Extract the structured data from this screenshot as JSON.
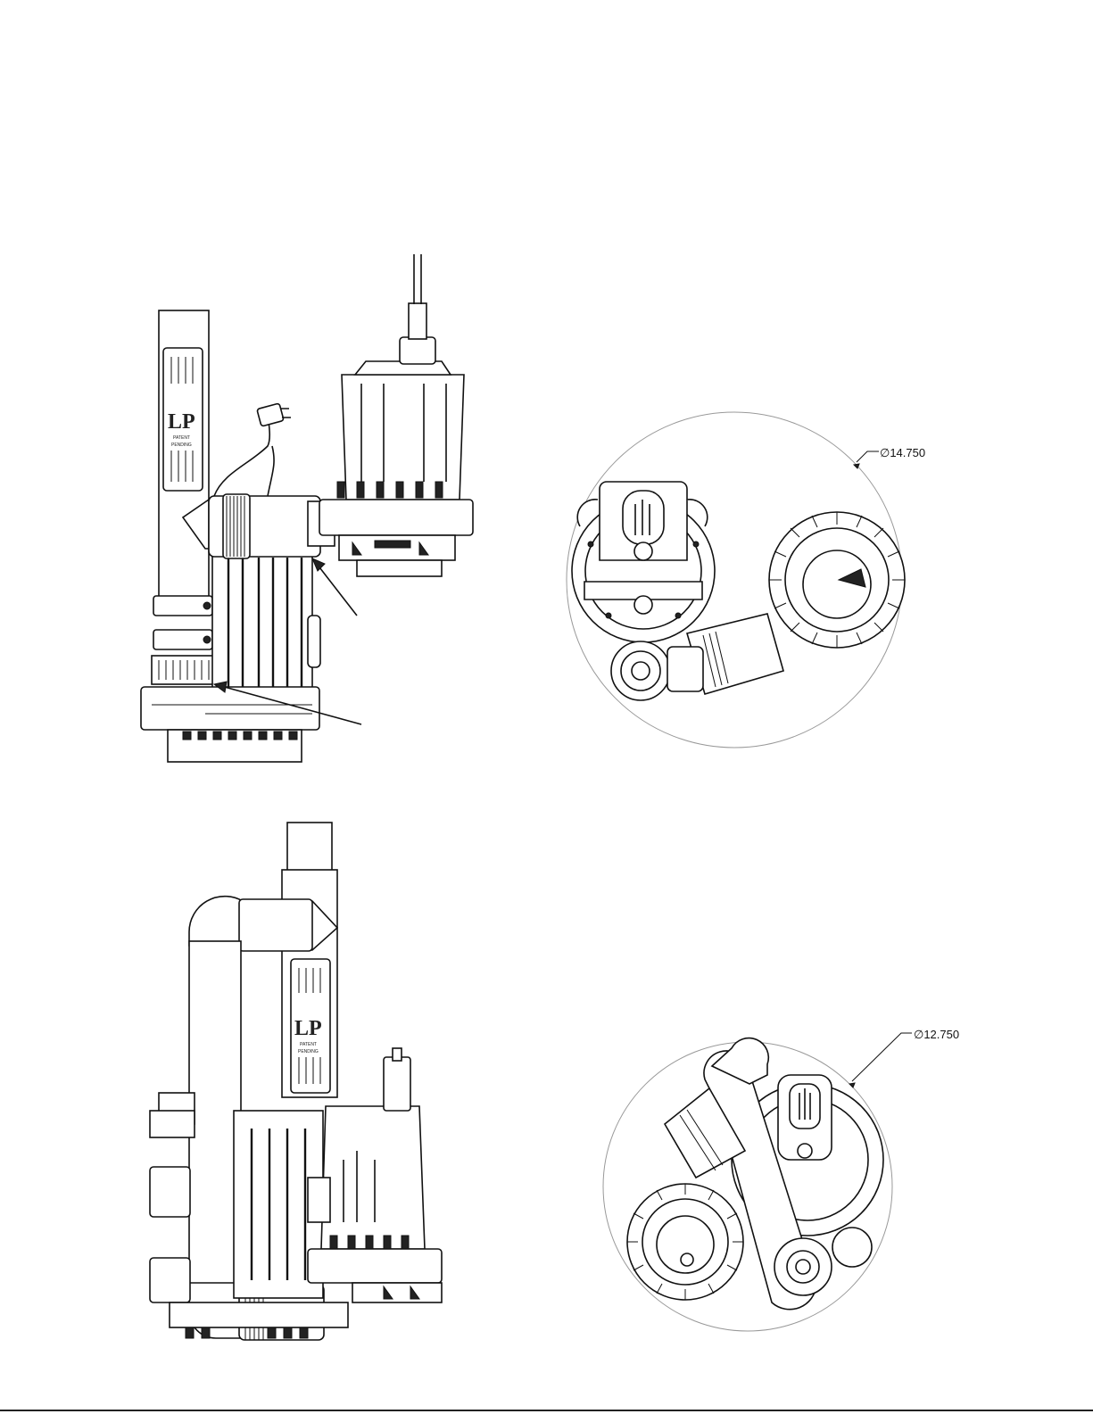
{
  "diagram": {
    "top_view_1": {
      "dimension_label": "∅14.750"
    },
    "top_view_2": {
      "dimension_label": "∅12.750"
    },
    "logo": {
      "text": "LP",
      "small_text_1": "PATENT",
      "small_text_2": "PENDING"
    }
  }
}
